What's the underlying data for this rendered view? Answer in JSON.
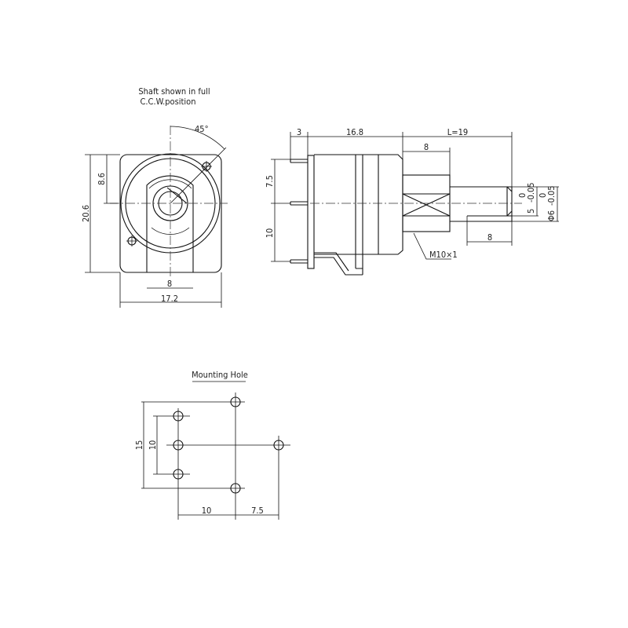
{
  "front_view": {
    "note_line1": "Shaft shown in full",
    "note_line2": "C.C.W.position",
    "angle": "45°",
    "dim_height": "20.6",
    "dim_center": "8.6",
    "dim_width": "17.2",
    "dim_flat": "8"
  },
  "side_view": {
    "dim_pin": "3",
    "dim_body": "16.8",
    "dim_length": "L=19",
    "dim_bushing": "8",
    "dim_upper": "7.5",
    "dim_lower": "10",
    "dim_flat_len": "8",
    "thread": "M10×1",
    "tol_flat": "5",
    "tol_flat_upper": "0",
    "tol_flat_lower": "-0.05",
    "tol_dia": "Φ6",
    "tol_dia_upper": "0",
    "tol_dia_lower": "-0.05"
  },
  "mounting_hole": {
    "title": "Mounting Hole",
    "dim_outer": "15",
    "dim_inner": "10",
    "dim_h1": "10",
    "dim_h2": "7.5"
  }
}
